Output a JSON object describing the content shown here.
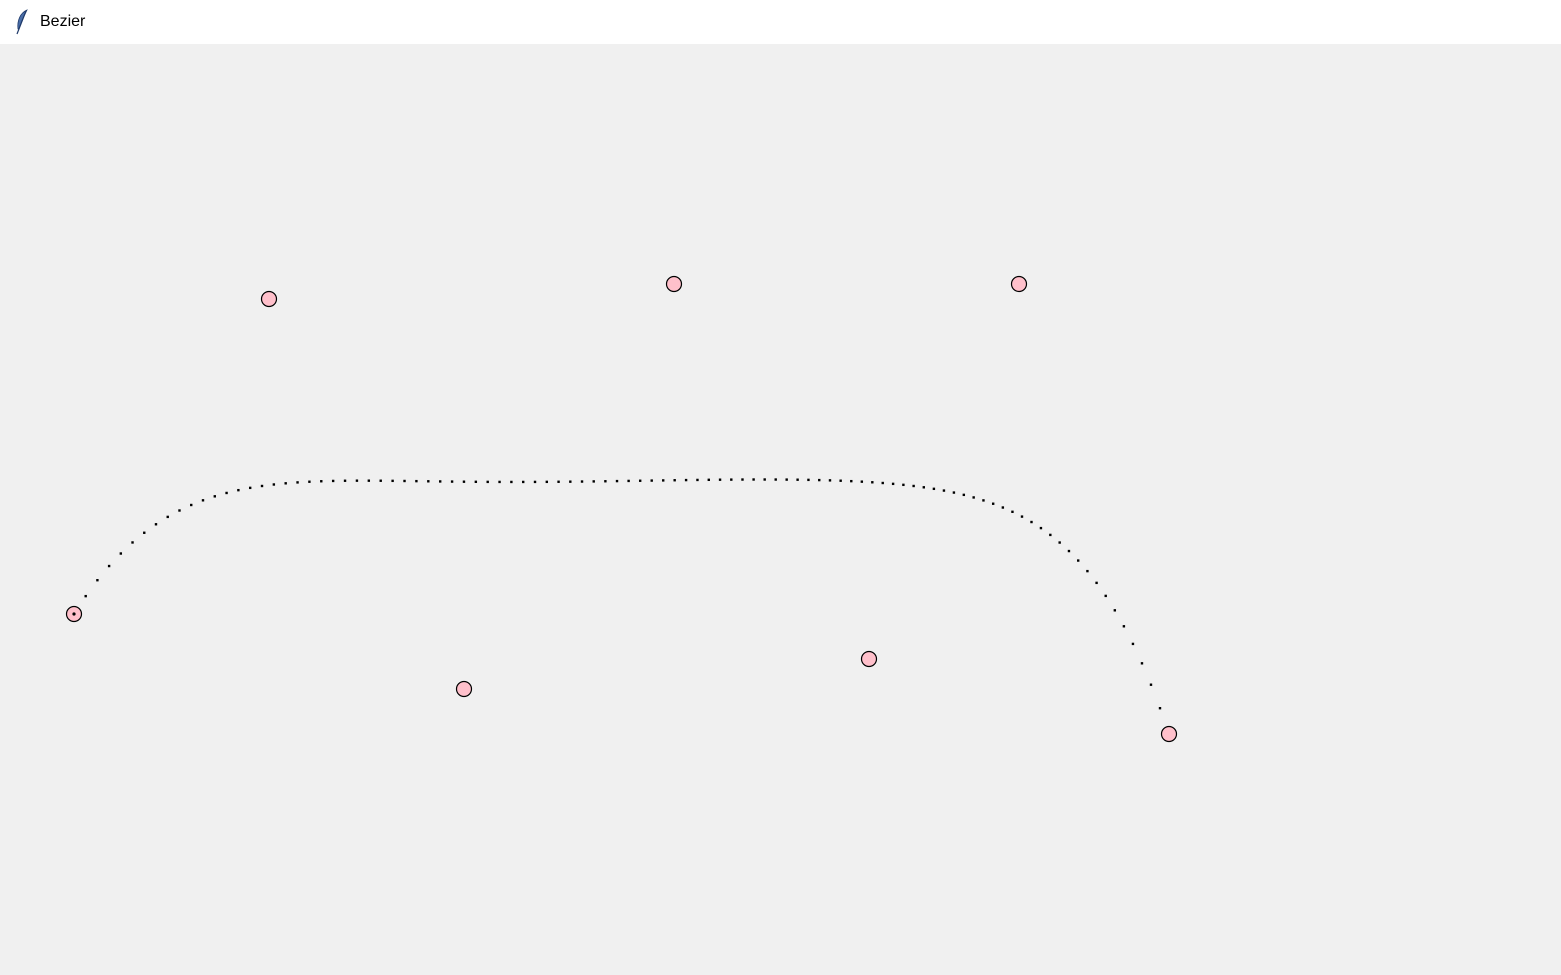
{
  "window": {
    "title": "Bezier",
    "icon": "feather-icon"
  },
  "colors": {
    "titlebar_bg": "#ffffff",
    "canvas_bg": "#f0f0f0",
    "control_point_fill": "#ffc0cb",
    "control_point_stroke": "#000000",
    "curve_dot": "#000000"
  },
  "bezier": {
    "curve_style": "dotted",
    "samples": 100,
    "selected_point_index": 0
  }
}
